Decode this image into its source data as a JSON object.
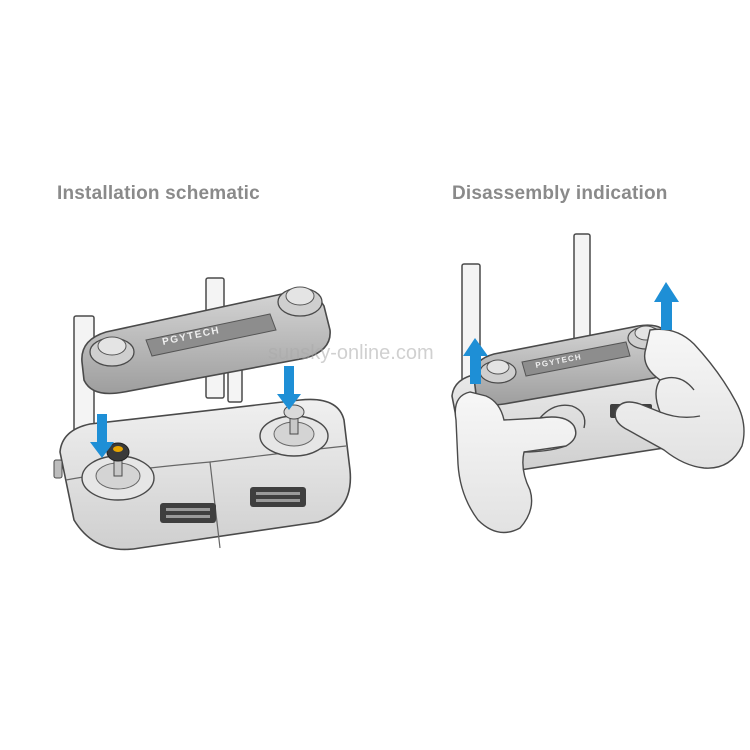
{
  "captions": {
    "installation": "Installation schematic",
    "disassembly": "Disassembly indication"
  },
  "brand_marks": {
    "cover_logo_left": "PGYTECH",
    "cover_logo_right": "PGYTECH"
  },
  "watermark": "sunsky-online.com",
  "colors": {
    "arrow": "#1e8fd6",
    "caption": "#8a8a8a",
    "outline": "#4a4a4a",
    "cover": "#b9b9b9",
    "controller": "#dedede"
  },
  "icons": {
    "installation_arrows": "down-arrow-icon",
    "disassembly_arrows": "up-arrow-icon"
  }
}
